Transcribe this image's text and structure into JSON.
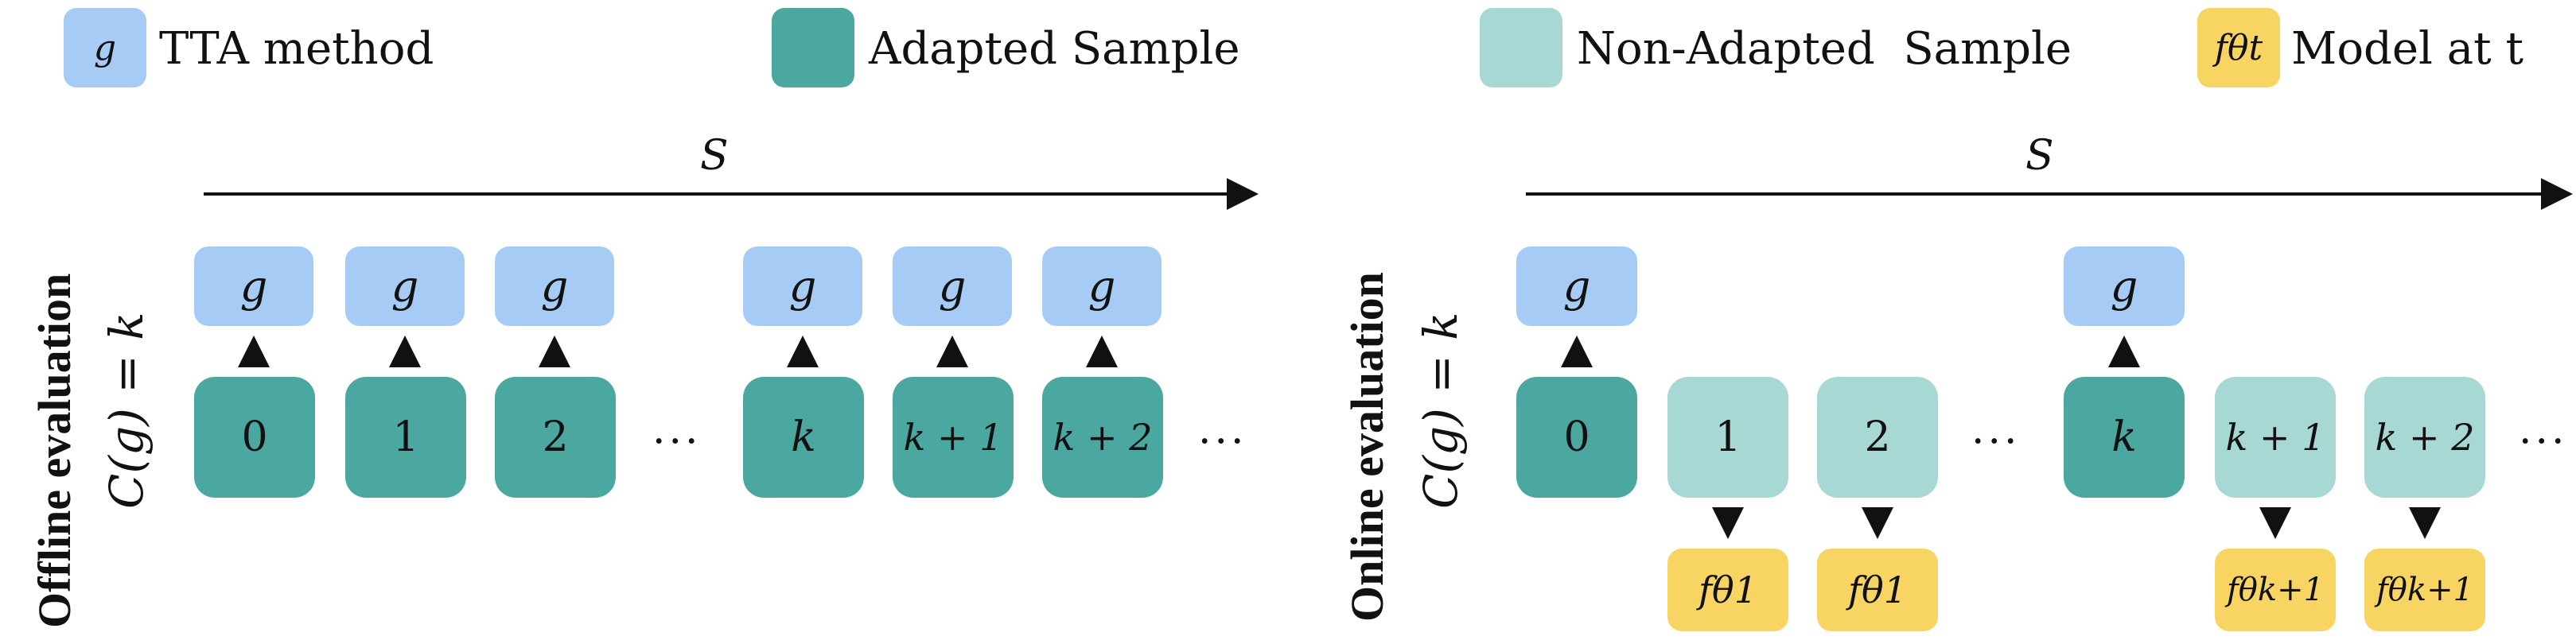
{
  "colors": {
    "tta": "#a6cbf5",
    "adapted": "#4aa8a0",
    "non_adapted": "#a8d8d3",
    "model": "#f8d463"
  },
  "legend": {
    "tta_symbol": "g",
    "tta_label": "TTA method",
    "adapted_label": "Adapted Sample",
    "non_adapted_label": "Non-Adapted  Sample",
    "model_symbol": "fθt",
    "model_label": "Model at t"
  },
  "offline": {
    "title": "Offline evaluation",
    "subtitle": "C(g) = k",
    "sequence_label": "S",
    "g_label": "g",
    "samples": [
      "0",
      "1",
      "2",
      "k",
      "k + 1",
      "k + 2"
    ],
    "ellipsis": "···"
  },
  "online": {
    "title": "Online evaluation",
    "subtitle": "C(g) = k",
    "sequence_label": "S",
    "g_label": "g",
    "samples": [
      "0",
      "1",
      "2",
      "k",
      "k + 1",
      "k + 2"
    ],
    "models": [
      "fθ1",
      "fθ1",
      "fθk+1",
      "fθk+1"
    ],
    "ellipsis": "···"
  }
}
